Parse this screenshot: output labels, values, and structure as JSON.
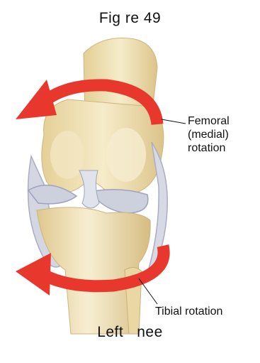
{
  "figure": {
    "title": "Fig re 49",
    "caption": "Left   nee"
  },
  "labels": {
    "femoral": [
      "Femoral",
      "(medial)",
      "rotation"
    ],
    "tibial": "Tibial rotation"
  },
  "colors": {
    "arrow": "#e8382d",
    "bone": "#f1e2b8",
    "cartilage": "#c7cad8",
    "background": "#ffffff"
  }
}
